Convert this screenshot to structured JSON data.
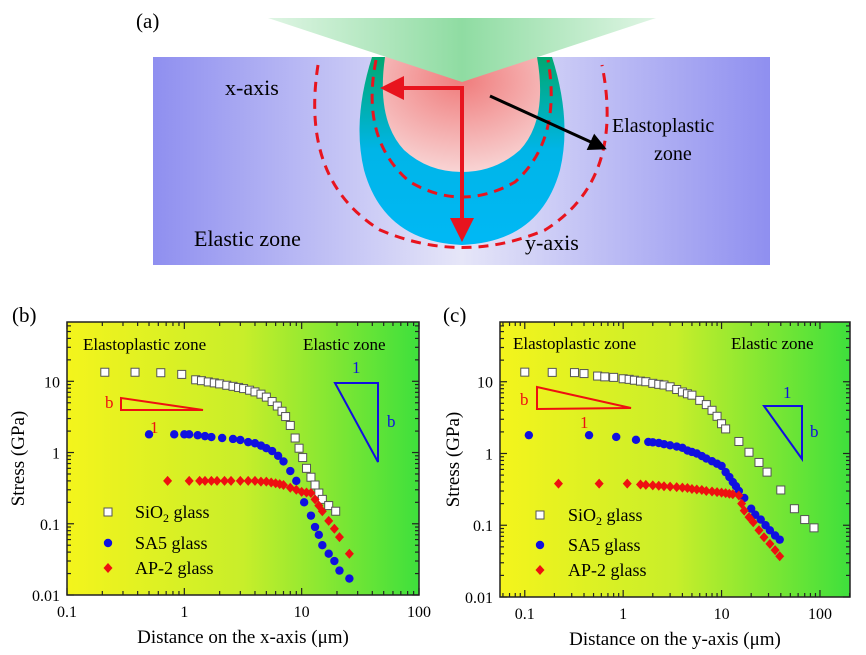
{
  "panel_a": {
    "label": "(a)",
    "x_axis_label": "x-axis",
    "y_axis_label": "y-axis",
    "elastoplastic_label_line1": "Elastoplastic",
    "elastoplastic_label_line2": "zone",
    "elastic_label": "Elastic zone",
    "colors": {
      "substrate": "#8f8ff0",
      "indenter": "#7fdc9a",
      "plastic": "#f08a8a",
      "elastoplastic": "#00b5f0",
      "ring": "#00a870",
      "dash": "#e8141e"
    }
  },
  "chart_data": [
    {
      "type": "scatter",
      "panel_label": "(b)",
      "xlabel": "Distance on the x-axis (μm)",
      "ylabel": "Stress (GPa)",
      "xscale": "log",
      "yscale": "log",
      "xlim": [
        0.1,
        100
      ],
      "ylim": [
        0.01,
        68
      ],
      "xticks": [
        {
          "v": 0.1,
          "t": "0.1"
        },
        {
          "v": 1,
          "t": "1"
        },
        {
          "v": 10,
          "t": "10"
        },
        {
          "v": 100,
          "t": "100"
        }
      ],
      "yticks": [
        {
          "v": 0.01,
          "t": "0.01"
        },
        {
          "v": 0.1,
          "t": "0.1"
        },
        {
          "v": 1,
          "t": "1"
        },
        {
          "v": 10,
          "t": "10"
        }
      ],
      "annotations": {
        "left_zone": "Elastoplastic zone",
        "right_zone": "Elastic zone",
        "red_slope_b": "b",
        "red_slope_1": "1",
        "blue_slope_b": "b",
        "blue_slope_1": "1"
      },
      "legend_position": "bottom-left",
      "series": [
        {
          "name": "SiO₂ glass",
          "name_base": "SiO",
          "name_sub": "2",
          "name_rest": " glass",
          "marker": "square",
          "color": "#ffffff",
          "points": [
            [
              0.21,
              13.4
            ],
            [
              0.38,
              13.4
            ],
            [
              0.63,
              13.2
            ],
            [
              0.95,
              12.5
            ],
            [
              1.25,
              10.5
            ],
            [
              1.4,
              10.2
            ],
            [
              1.6,
              9.8
            ],
            [
              1.8,
              9.5
            ],
            [
              2.0,
              9.2
            ],
            [
              2.3,
              8.8
            ],
            [
              2.6,
              8.5
            ],
            [
              2.9,
              8.2
            ],
            [
              3.2,
              7.9
            ],
            [
              3.6,
              7.5
            ],
            [
              4.0,
              7.1
            ],
            [
              4.5,
              6.6
            ],
            [
              5.0,
              6.0
            ],
            [
              5.6,
              5.2
            ],
            [
              6.2,
              4.5
            ],
            [
              6.8,
              3.8
            ],
            [
              7.3,
              3.2
            ],
            [
              8.0,
              2.4
            ],
            [
              8.8,
              1.6
            ],
            [
              9.5,
              1.15
            ],
            [
              10.2,
              0.85
            ],
            [
              11,
              0.6
            ],
            [
              12,
              0.45
            ],
            [
              13,
              0.35
            ],
            [
              14,
              0.27
            ],
            [
              15,
              0.22
            ],
            [
              17,
              0.18
            ],
            [
              19.5,
              0.15
            ]
          ]
        },
        {
          "name": "SA5 glass",
          "marker": "circle",
          "color": "#1010e0",
          "points": [
            [
              0.5,
              1.8
            ],
            [
              0.82,
              1.8
            ],
            [
              1.0,
              1.8
            ],
            [
              1.1,
              1.8
            ],
            [
              1.3,
              1.75
            ],
            [
              1.5,
              1.7
            ],
            [
              1.7,
              1.65
            ],
            [
              2.1,
              1.6
            ],
            [
              2.6,
              1.55
            ],
            [
              3.0,
              1.5
            ],
            [
              3.5,
              1.4
            ],
            [
              4.0,
              1.35
            ],
            [
              4.5,
              1.25
            ],
            [
              5.0,
              1.15
            ],
            [
              5.6,
              1.05
            ],
            [
              6.3,
              0.9
            ],
            [
              7.0,
              0.75
            ],
            [
              8.0,
              0.55
            ],
            [
              9.0,
              0.4
            ],
            [
              10.5,
              0.2
            ],
            [
              12,
              0.13
            ],
            [
              13,
              0.09
            ],
            [
              14,
              0.07
            ],
            [
              15,
              0.05
            ],
            [
              17,
              0.038
            ],
            [
              19,
              0.03
            ],
            [
              21,
              0.022
            ],
            [
              25.5,
              0.017
            ]
          ]
        },
        {
          "name": "AP-2 glass",
          "marker": "diamond",
          "color": "#ee1010",
          "points": [
            [
              0.72,
              0.4
            ],
            [
              1.1,
              0.4
            ],
            [
              1.35,
              0.4
            ],
            [
              1.5,
              0.4
            ],
            [
              1.7,
              0.4
            ],
            [
              1.9,
              0.4
            ],
            [
              2.2,
              0.4
            ],
            [
              2.5,
              0.4
            ],
            [
              3.0,
              0.4
            ],
            [
              3.5,
              0.4
            ],
            [
              4.0,
              0.4
            ],
            [
              4.5,
              0.39
            ],
            [
              5.0,
              0.39
            ],
            [
              5.5,
              0.38
            ],
            [
              6.0,
              0.37
            ],
            [
              6.5,
              0.36
            ],
            [
              7.0,
              0.35
            ],
            [
              8.0,
              0.32
            ],
            [
              9.0,
              0.3
            ],
            [
              10,
              0.28
            ],
            [
              11,
              0.275
            ],
            [
              12,
              0.27
            ],
            [
              13,
              0.22
            ],
            [
              14,
              0.18
            ],
            [
              15,
              0.15
            ],
            [
              17,
              0.11
            ],
            [
              19,
              0.085
            ],
            [
              21,
              0.065
            ],
            [
              25.5,
              0.038
            ]
          ]
        }
      ]
    },
    {
      "type": "scatter",
      "panel_label": "(c)",
      "xlabel": "Distance on the y-axis (μm)",
      "ylabel": "Stress (GPa)",
      "xscale": "log",
      "yscale": "log",
      "xlim": [
        0.056,
        202
      ],
      "ylim": [
        0.01,
        68
      ],
      "xticks": [
        {
          "v": 0.1,
          "t": "0.1"
        },
        {
          "v": 1,
          "t": "1"
        },
        {
          "v": 10,
          "t": "10"
        },
        {
          "v": 100,
          "t": "100"
        }
      ],
      "yticks": [
        {
          "v": 0.01,
          "t": "0.01"
        },
        {
          "v": 0.1,
          "t": "0.1"
        },
        {
          "v": 1,
          "t": "1"
        },
        {
          "v": 10,
          "t": "10"
        }
      ],
      "annotations": {
        "left_zone": "Elastoplastic zone",
        "right_zone": "Elastic zone",
        "red_slope_b": "b",
        "red_slope_1": "1",
        "blue_slope_b": "b",
        "blue_slope_1": "1"
      },
      "legend_position": "bottom-left",
      "series": [
        {
          "name": "SiO₂ glass",
          "name_base": "SiO",
          "name_sub": "2",
          "name_rest": " glass",
          "marker": "square",
          "color": "#ffffff",
          "points": [
            [
              0.1,
              13.6
            ],
            [
              0.19,
              13.5
            ],
            [
              0.32,
              13.4
            ],
            [
              0.4,
              13
            ],
            [
              0.55,
              12
            ],
            [
              0.65,
              11.7
            ],
            [
              0.8,
              11.5
            ],
            [
              1.0,
              11
            ],
            [
              1.15,
              10.8
            ],
            [
              1.3,
              10.5
            ],
            [
              1.5,
              10.2
            ],
            [
              1.7,
              10
            ],
            [
              2.0,
              9.5
            ],
            [
              2.3,
              9.2
            ],
            [
              2.6,
              9
            ],
            [
              3.0,
              8.5
            ],
            [
              3.5,
              7.8
            ],
            [
              4.0,
              7.2
            ],
            [
              4.5,
              6.8
            ],
            [
              5.0,
              6.5
            ],
            [
              6.0,
              5.5
            ],
            [
              7.0,
              4.8
            ],
            [
              8.0,
              4.0
            ],
            [
              9.0,
              3.3
            ],
            [
              10,
              2.6
            ],
            [
              11,
              2.2
            ],
            [
              15,
              1.47
            ],
            [
              19,
              1.04
            ],
            [
              24,
              0.75
            ],
            [
              29,
              0.55
            ],
            [
              40,
              0.31
            ],
            [
              55,
              0.17
            ],
            [
              70,
              0.12
            ],
            [
              87,
              0.092
            ]
          ]
        },
        {
          "name": "SA5 glass",
          "marker": "circle",
          "color": "#1010e0",
          "points": [
            [
              0.11,
              1.8
            ],
            [
              0.45,
              1.8
            ],
            [
              0.85,
              1.7
            ],
            [
              1.35,
              1.55
            ],
            [
              1.8,
              1.45
            ],
            [
              2.0,
              1.43
            ],
            [
              2.3,
              1.4
            ],
            [
              2.6,
              1.35
            ],
            [
              3.0,
              1.3
            ],
            [
              3.5,
              1.25
            ],
            [
              4.0,
              1.2
            ],
            [
              4.5,
              1.1
            ],
            [
              5.0,
              1.05
            ],
            [
              5.6,
              1.0
            ],
            [
              6.3,
              0.92
            ],
            [
              7.0,
              0.85
            ],
            [
              8.0,
              0.78
            ],
            [
              9.0,
              0.72
            ],
            [
              10,
              0.67
            ],
            [
              11,
              0.55
            ],
            [
              12,
              0.47
            ],
            [
              13,
              0.4
            ],
            [
              14,
              0.35
            ],
            [
              15,
              0.3
            ],
            [
              17,
              0.24
            ],
            [
              20,
              0.17
            ],
            [
              22,
              0.14
            ],
            [
              25,
              0.12
            ],
            [
              28,
              0.1
            ],
            [
              31,
              0.085
            ],
            [
              35,
              0.072
            ],
            [
              39,
              0.063
            ]
          ]
        },
        {
          "name": "AP-2 glass",
          "marker": "diamond",
          "color": "#ee1010",
          "points": [
            [
              0.22,
              0.38
            ],
            [
              0.57,
              0.38
            ],
            [
              1.1,
              0.38
            ],
            [
              1.5,
              0.37
            ],
            [
              1.7,
              0.365
            ],
            [
              2.0,
              0.36
            ],
            [
              2.3,
              0.355
            ],
            [
              2.6,
              0.35
            ],
            [
              3.0,
              0.345
            ],
            [
              3.5,
              0.34
            ],
            [
              4.0,
              0.335
            ],
            [
              4.5,
              0.33
            ],
            [
              5.0,
              0.32
            ],
            [
              5.6,
              0.315
            ],
            [
              6.3,
              0.31
            ],
            [
              7.0,
              0.3
            ],
            [
              8.0,
              0.295
            ],
            [
              9.0,
              0.29
            ],
            [
              10,
              0.285
            ],
            [
              11,
              0.28
            ],
            [
              12,
              0.275
            ],
            [
              13,
              0.27
            ],
            [
              15,
              0.26
            ],
            [
              16,
              0.2
            ],
            [
              17,
              0.16
            ],
            [
              19,
              0.13
            ],
            [
              21,
              0.11
            ],
            [
              24,
              0.085
            ],
            [
              27,
              0.068
            ],
            [
              31,
              0.055
            ],
            [
              35,
              0.045
            ],
            [
              39,
              0.037
            ]
          ]
        }
      ]
    }
  ]
}
